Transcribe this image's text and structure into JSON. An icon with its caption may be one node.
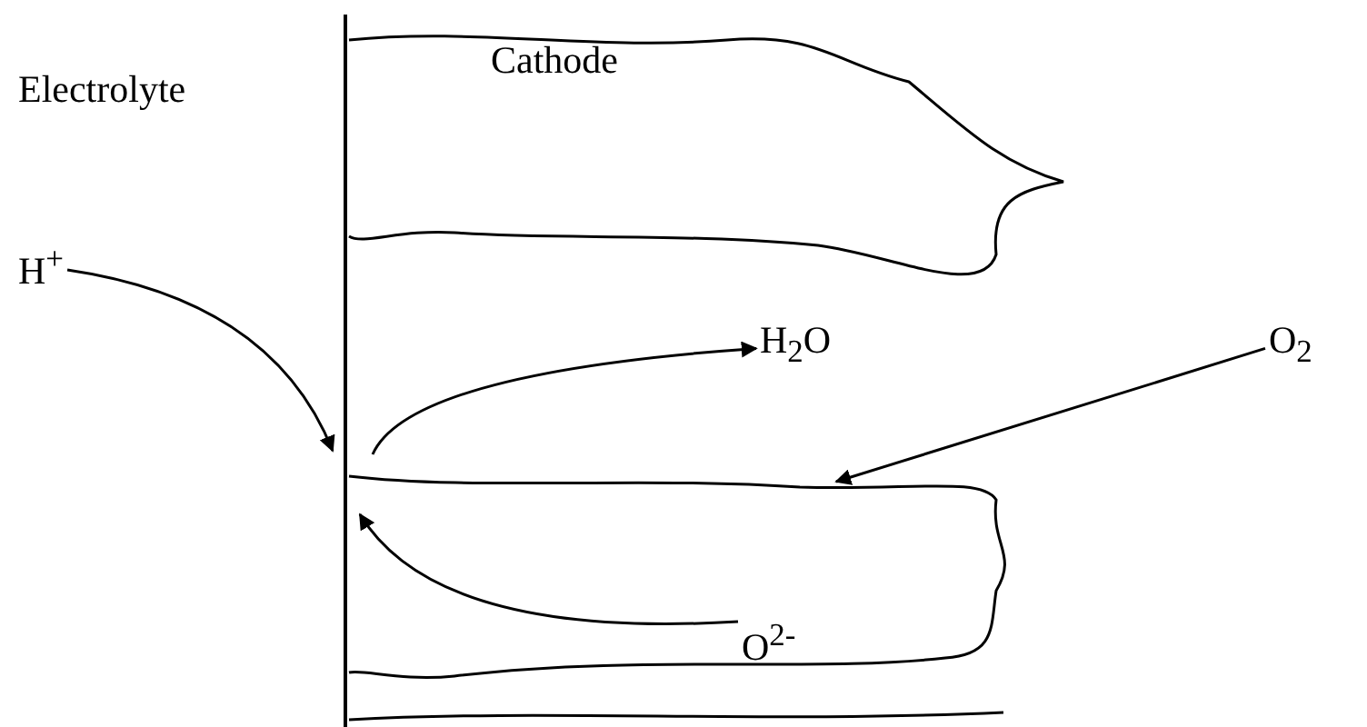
{
  "diagram": {
    "nodes": [
      {
        "text": [
          "H$^{+}$"
        ]
      },
      {
        "text": [
          "H$_{2}$O"
        ]
      },
      {
        "text": [
          "O$_{2}$"
        ]
      },
      {
        "text": [
          "O$^{2-}$"
        ]
      }
    ],
    "edges": [
      {
        "from": 0,
        "to": null,
        "arrow": "to"
      },
      {
        "from": null,
        "to": 1,
        "arrow": "to"
      },
      {
        "from": 2,
        "to": null,
        "arrow": "to"
      },
      {
        "from": 3,
        "to": null,
        "arrow": "to"
      }
    ],
    "labels": [
      "Electrolyte",
      "Cathode"
    ]
  }
}
